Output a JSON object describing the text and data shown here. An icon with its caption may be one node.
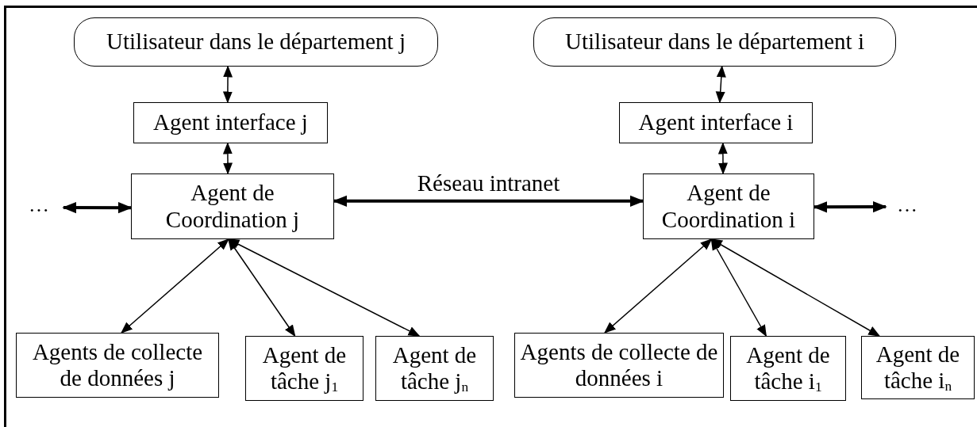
{
  "diagram": {
    "nodes": [
      {
        "text": [
          "Utilisateur dans le département j"
        ]
      },
      {
        "text": [
          "Agent interface j"
        ]
      },
      {
        "text": [
          "Agent de Coordination j"
        ]
      },
      {
        "text": [
          "Agents de collecte de données j"
        ]
      },
      {
        "text": [
          "Agent de tâche j$_{1}$"
        ]
      },
      {
        "text": [
          "Agent de tâche j$_{n}$"
        ]
      },
      {
        "text": [
          "Utilisateur dans le département i"
        ]
      },
      {
        "text": [
          "Agent interface i"
        ]
      },
      {
        "text": [
          "Agent de Coordination i"
        ]
      },
      {
        "text": [
          "Agents de collecte de données i"
        ]
      },
      {
        "text": [
          "Agent de tâche i$_{1}$"
        ]
      },
      {
        "text": [
          "Agent de tâche i$_{n}$"
        ]
      },
      {
        "text": [
          "…"
        ]
      },
      {
        "text": [
          "…"
        ]
      }
    ],
    "edges": [
      {
        "from": 0,
        "to": 1,
        "arrow": "both"
      },
      {
        "from": 1,
        "to": 2,
        "arrow": "both"
      },
      {
        "from": 2,
        "to": 3,
        "arrow": "both"
      },
      {
        "from": 2,
        "to": 4,
        "arrow": "both"
      },
      {
        "from": 2,
        "to": 5,
        "arrow": "both"
      },
      {
        "from": 12,
        "to": 2,
        "arrow": "both",
        "style": "thick"
      },
      {
        "from": 2,
        "to": 8,
        "arrow": "both",
        "style": "thick",
        "label": "Réseau intranet"
      },
      {
        "from": 6,
        "to": 7,
        "arrow": "both"
      },
      {
        "from": 7,
        "to": 8,
        "arrow": "both"
      },
      {
        "from": 8,
        "to": 9,
        "arrow": "both"
      },
      {
        "from": 8,
        "to": 10,
        "arrow": "both"
      },
      {
        "from": 8,
        "to": 11,
        "arrow": "both"
      },
      {
        "from": 8,
        "to": 13,
        "arrow": "both",
        "style": "thick"
      }
    ]
  }
}
